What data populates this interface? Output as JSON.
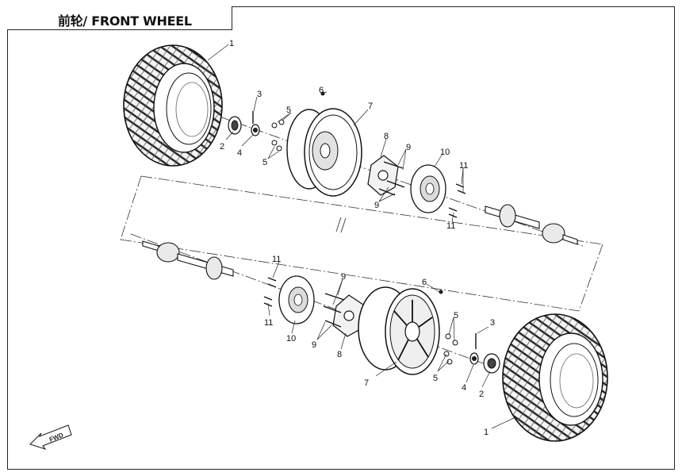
{
  "title": "前轮/ FRONT WHEEL",
  "callouts": [
    "1",
    "2",
    "3",
    "4",
    "5",
    "6",
    "7",
    "8",
    "9",
    "10",
    "11"
  ],
  "direction_label": "FWD"
}
